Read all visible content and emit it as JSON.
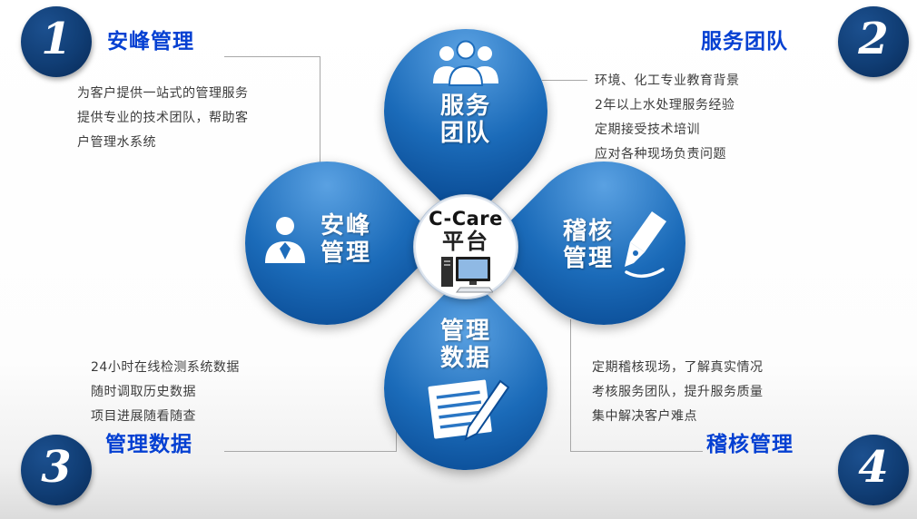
{
  "center": {
    "brand": "C-Care",
    "platform": "平台",
    "icon": "computer-icon"
  },
  "petals": {
    "top": {
      "line1": "服务",
      "line2": "团队",
      "icon": "team-icon"
    },
    "left": {
      "line1": "安峰",
      "line2": "管理",
      "icon": "person-icon"
    },
    "right": {
      "line1": "稽核",
      "line2": "管理",
      "icon": "pen-icon"
    },
    "bottom": {
      "line1": "管理",
      "line2": "数据",
      "icon": "document-pen-icon"
    }
  },
  "corners": [
    {
      "number": "1",
      "heading": "安峰管理",
      "lines": [
        "为客户提供一站式的管理服务",
        "提供专业的技术团队，帮助客",
        "户管理水系统"
      ]
    },
    {
      "number": "2",
      "heading": "服务团队",
      "lines": [
        "环境、化工专业教育背景",
        "2年以上水处理服务经验",
        "定期接受技术培训",
        "应对各种现场负责问题"
      ]
    },
    {
      "number": "3",
      "heading": "管理数据",
      "lines": [
        "24小时在线检测系统数据",
        "随时调取历史数据",
        "项目进展随看随查"
      ]
    },
    {
      "number": "4",
      "heading": "稽核管理",
      "lines": [
        "定期稽核现场，了解真实情况",
        "考核服务团队，提升服务质量",
        "集中解决客户难点"
      ]
    }
  ],
  "colors": {
    "petal_blue_light": "#5aa1e2",
    "petal_blue": "#1b6bb9",
    "petal_blue_dark": "#094a93",
    "heading_blue": "#0540d2",
    "badge_navy": "#103d74",
    "body_text": "#3c3c3c",
    "connector_gray": "#a8a8a8"
  }
}
